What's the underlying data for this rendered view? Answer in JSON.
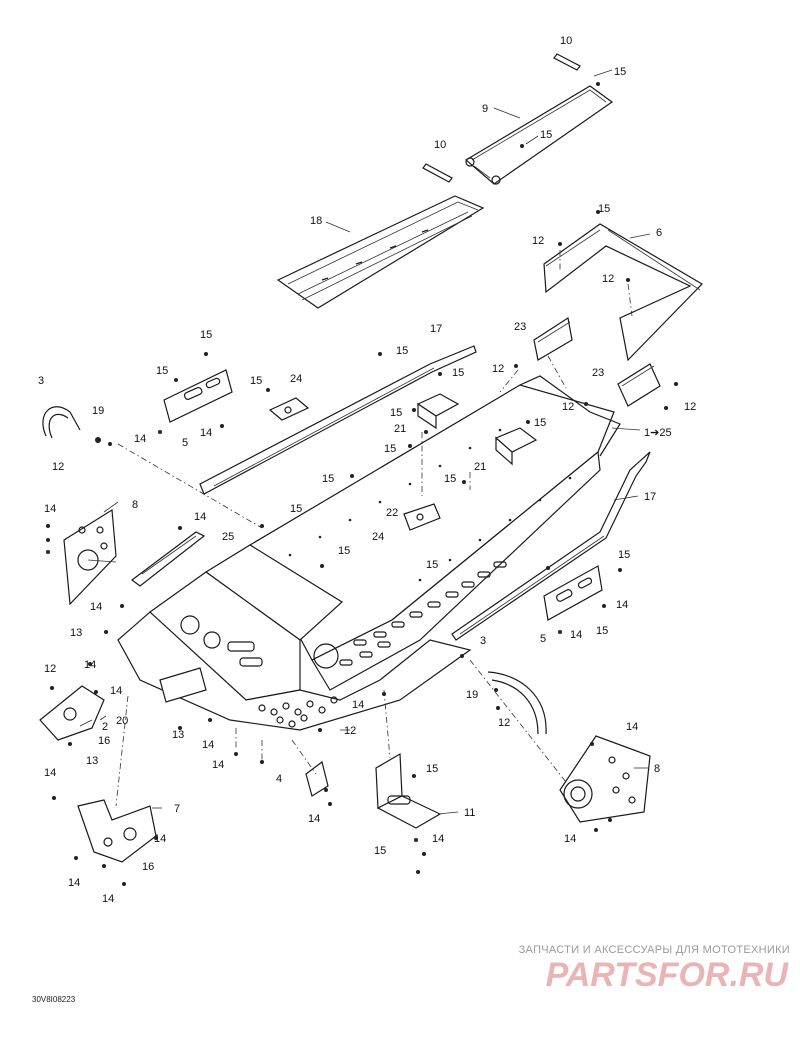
{
  "callouts": [
    {
      "id": "c10a",
      "text": "10"
    },
    {
      "id": "c15a",
      "text": "15"
    },
    {
      "id": "c9",
      "text": "9"
    },
    {
      "id": "c15b",
      "text": "15"
    },
    {
      "id": "c10b",
      "text": "10"
    },
    {
      "id": "c18",
      "text": "18"
    },
    {
      "id": "c15c",
      "text": "15"
    },
    {
      "id": "c6",
      "text": "6"
    },
    {
      "id": "c12a",
      "text": "12"
    },
    {
      "id": "c12b",
      "text": "12"
    },
    {
      "id": "c23a",
      "text": "23"
    },
    {
      "id": "c23b",
      "text": "23"
    },
    {
      "id": "c12c",
      "text": "12"
    },
    {
      "id": "c12d",
      "text": "12"
    },
    {
      "id": "c1to25",
      "text": "1➔25"
    },
    {
      "id": "c17a",
      "text": "17"
    },
    {
      "id": "c15d",
      "text": "15"
    },
    {
      "id": "c15e",
      "text": "15"
    },
    {
      "id": "c12e",
      "text": "12"
    },
    {
      "id": "c15f",
      "text": "15"
    },
    {
      "id": "c15g",
      "text": "15"
    },
    {
      "id": "c15h",
      "text": "15"
    },
    {
      "id": "c24a",
      "text": "24"
    },
    {
      "id": "c15i",
      "text": "15"
    },
    {
      "id": "c21a",
      "text": "21"
    },
    {
      "id": "c15j",
      "text": "15"
    },
    {
      "id": "c15k",
      "text": "15"
    },
    {
      "id": "c21b",
      "text": "21"
    },
    {
      "id": "c15l",
      "text": "15"
    },
    {
      "id": "c15m",
      "text": "15"
    },
    {
      "id": "c17b",
      "text": "17"
    },
    {
      "id": "c3a",
      "text": "3"
    },
    {
      "id": "c19a",
      "text": "19"
    },
    {
      "id": "c12f",
      "text": "12"
    },
    {
      "id": "c14a",
      "text": "14"
    },
    {
      "id": "c5a",
      "text": "5"
    },
    {
      "id": "c14b",
      "text": "14"
    },
    {
      "id": "c8a",
      "text": "8"
    },
    {
      "id": "c14c",
      "text": "14"
    },
    {
      "id": "c14d",
      "text": "14"
    },
    {
      "id": "c25",
      "text": "25"
    },
    {
      "id": "c15n",
      "text": "15"
    },
    {
      "id": "c22",
      "text": "22"
    },
    {
      "id": "c24b",
      "text": "24"
    },
    {
      "id": "c15o",
      "text": "15"
    },
    {
      "id": "c15p",
      "text": "15"
    },
    {
      "id": "c15q",
      "text": "15"
    },
    {
      "id": "c14e",
      "text": "14"
    },
    {
      "id": "c5b",
      "text": "5"
    },
    {
      "id": "c14f",
      "text": "14"
    },
    {
      "id": "c15r",
      "text": "15"
    },
    {
      "id": "c14g",
      "text": "14"
    },
    {
      "id": "c13a",
      "text": "13"
    },
    {
      "id": "c14h",
      "text": "14"
    },
    {
      "id": "c12g",
      "text": "12"
    },
    {
      "id": "c14i",
      "text": "14"
    },
    {
      "id": "c20",
      "text": "20"
    },
    {
      "id": "c2",
      "text": "2"
    },
    {
      "id": "c16a",
      "text": "16"
    },
    {
      "id": "c13b",
      "text": "13"
    },
    {
      "id": "c13c",
      "text": "13"
    },
    {
      "id": "c14j",
      "text": "14"
    },
    {
      "id": "c14k",
      "text": "14"
    },
    {
      "id": "c14l",
      "text": "14"
    },
    {
      "id": "c12h",
      "text": "12"
    },
    {
      "id": "c3b",
      "text": "3"
    },
    {
      "id": "c19b",
      "text": "19"
    },
    {
      "id": "c12i",
      "text": "12"
    },
    {
      "id": "c14m",
      "text": "14"
    },
    {
      "id": "c8b",
      "text": "8"
    },
    {
      "id": "c14n",
      "text": "14"
    },
    {
      "id": "c4",
      "text": "4"
    },
    {
      "id": "c14o",
      "text": "14"
    },
    {
      "id": "c15s",
      "text": "15"
    },
    {
      "id": "c11",
      "text": "11"
    },
    {
      "id": "c15t",
      "text": "15"
    },
    {
      "id": "c14p",
      "text": "14"
    },
    {
      "id": "c14q",
      "text": "14"
    },
    {
      "id": "c7",
      "text": "7"
    },
    {
      "id": "c14r",
      "text": "14"
    },
    {
      "id": "c16b",
      "text": "16"
    },
    {
      "id": "c14s",
      "text": "14"
    },
    {
      "id": "c14t",
      "text": "14"
    }
  ],
  "watermark": {
    "tagline": "ЗАПЧАСТИ И АКСЕССУАРЫ ДЛЯ МОТОТЕХНИКИ",
    "logo": "PARTSFOR.RU",
    "color": "#c62828"
  },
  "drawing_code": "30V8I08223"
}
